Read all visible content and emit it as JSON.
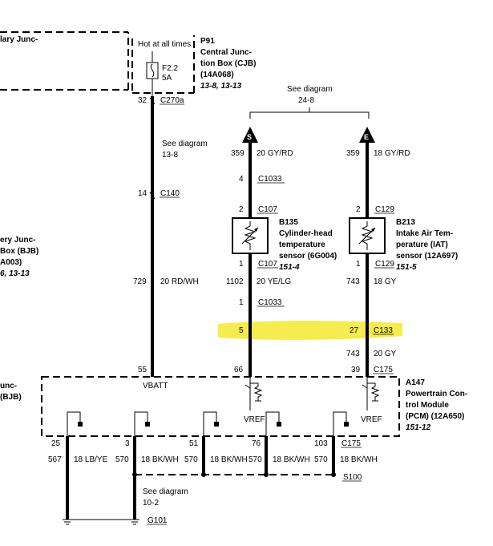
{
  "left_boxes": {
    "bjb_line1": "ery Junc-",
    "bjb_line2": "Box (BJB)",
    "bjb_line3": "A003)",
    "bjb_ref": "6, 13-13",
    "bjb2_line1": "unc-",
    "bjb2_line2": "(BJB)",
    "top_line": "lary Junc-"
  },
  "cjb": {
    "hot_label": "Hot at all times",
    "id": "P91",
    "name1": "Central Junc-",
    "name2": "tion Box (CJB)",
    "part": "(14A068)",
    "ref": "13-8, 13-13",
    "fuse_id": "F2.2",
    "fuse_amp": "5A"
  },
  "vbatt_wire": {
    "pin_c270a": "32",
    "conn_c270a": "C270a",
    "see_diagram": "See diagram",
    "see_ref": "13-8",
    "pin_c140": "14",
    "conn_c140": "C140",
    "circuit": "729",
    "color": "20 RD/WH",
    "pin_pcm": "55",
    "pcm_label": "VBATT"
  },
  "top_ref": {
    "see_diagram": "See diagram",
    "ref": "24-8"
  },
  "chtsensor": {
    "arrow_letter": "S",
    "circuit_top": "359",
    "color_top": "20 GY/RD",
    "pin_c1033_top": "4",
    "conn_c1033_top": "C1033",
    "pin_c107_top": "2",
    "conn_c107_top": "C107",
    "id": "B135",
    "name1": "Cylinder-head",
    "name2": "temperature",
    "name3": "sensor (6G004)",
    "ref": "151-4",
    "pin_c107_bot": "1",
    "conn_c107_bot": "C107",
    "circuit_bot": "1102",
    "color_bot": "20 YE/LG",
    "pin_c1033_bot": "1",
    "conn_c1033_bot": "C1033",
    "pin_c133": "5",
    "pin_pcm": "66",
    "vref": "VREF"
  },
  "iatsensor": {
    "arrow_letter": "E",
    "circuit_top": "359",
    "color_top": "18 GY/RD",
    "pin_c129_top": "2",
    "conn_c129_top": "C129",
    "id": "B213",
    "name1": "Intake Air Tem-",
    "name2": "perature (IAT)",
    "name3": "sensor (12A697)",
    "ref": "151-5",
    "pin_c129_bot": "1",
    "conn_c129_bot": "C129",
    "circuit_mid": "743",
    "color_mid": "18 GY",
    "pin_c133": "27",
    "conn_c133": "C133",
    "circuit_bot": "743",
    "color_bot": "20 GY",
    "pin_pcm": "39",
    "conn_c175": "C175",
    "vref": "VREF"
  },
  "pcm": {
    "id": "A147",
    "name1": "Powertrain Con-",
    "name2": "trol Module",
    "name3": "(PCM) (12A650)",
    "ref": "151-12"
  },
  "grounds": {
    "pins": [
      "25",
      "3",
      "51",
      "76",
      "103"
    ],
    "conn": "C175",
    "wires": [
      {
        "circuit": "567",
        "color": "18 LB/YE"
      },
      {
        "circuit": "570",
        "color": "18 BK/WH"
      },
      {
        "circuit": "570",
        "color": "18 BK/WH"
      },
      {
        "circuit": "570",
        "color": "18 BK/WH"
      },
      {
        "circuit": "570",
        "color": "18 BK/WH"
      }
    ],
    "splice": "S100",
    "see_diagram": "See diagram",
    "see_ref": "10-2",
    "ground_point": "G101"
  },
  "colors": {
    "highlight": "#f5ea3c",
    "wire": "#000000"
  }
}
